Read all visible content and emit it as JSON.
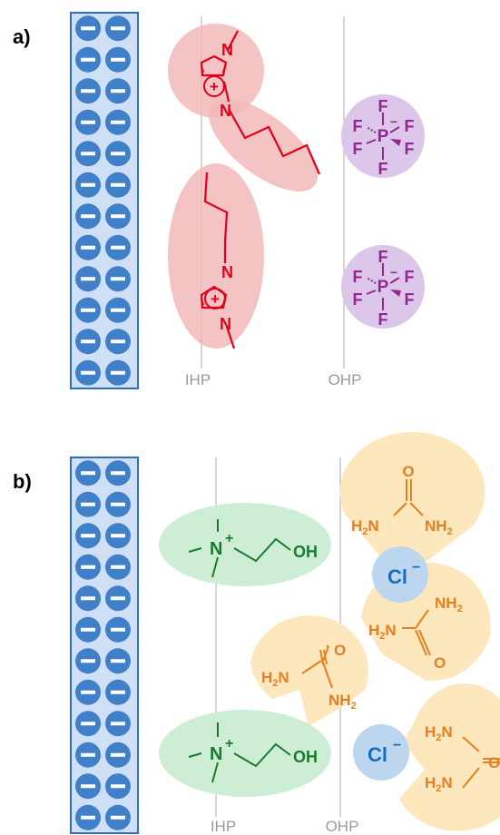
{
  "panel_a": {
    "label": "a)",
    "ihp_label": "IHP",
    "ohp_label": "OHP",
    "electrode_charge": "−",
    "cation": {
      "n_upper": "N",
      "n_lower": "N",
      "plus": "+"
    },
    "anion": {
      "center": "P",
      "f": "F",
      "minus": "−"
    }
  },
  "panel_b": {
    "label": "b)",
    "ihp_label": "IHP",
    "ohp_label": "OHP",
    "electrode_charge": "−",
    "choline": {
      "n": "N",
      "plus": "+",
      "oh": "OH"
    },
    "chloride": {
      "cl": "Cl",
      "minus": "−"
    },
    "urea": {
      "o": "O",
      "nh2": "NH",
      "h2n": "H",
      "n": "N",
      "sub2": "2"
    }
  },
  "colors": {
    "electrode_fill": "#cfe0f6",
    "electrode_stroke": "#2f6fb5",
    "bead": "#3f80c8",
    "cation_red": "#e3001b",
    "cation_blob": "#f2b8b8",
    "anion_purple": "#92278f",
    "anion_blob": "#dcc7ea",
    "choline_green": "#1a7a2e",
    "choline_blob": "#cdeed5",
    "chloride_blob": "#bcd6f0",
    "chloride_text": "#1e6bb8",
    "urea_orange": "#e67e22",
    "urea_blob": "#fde7bd",
    "plane_line": "#aaaaaa",
    "plane_text": "#9a9a9a"
  }
}
